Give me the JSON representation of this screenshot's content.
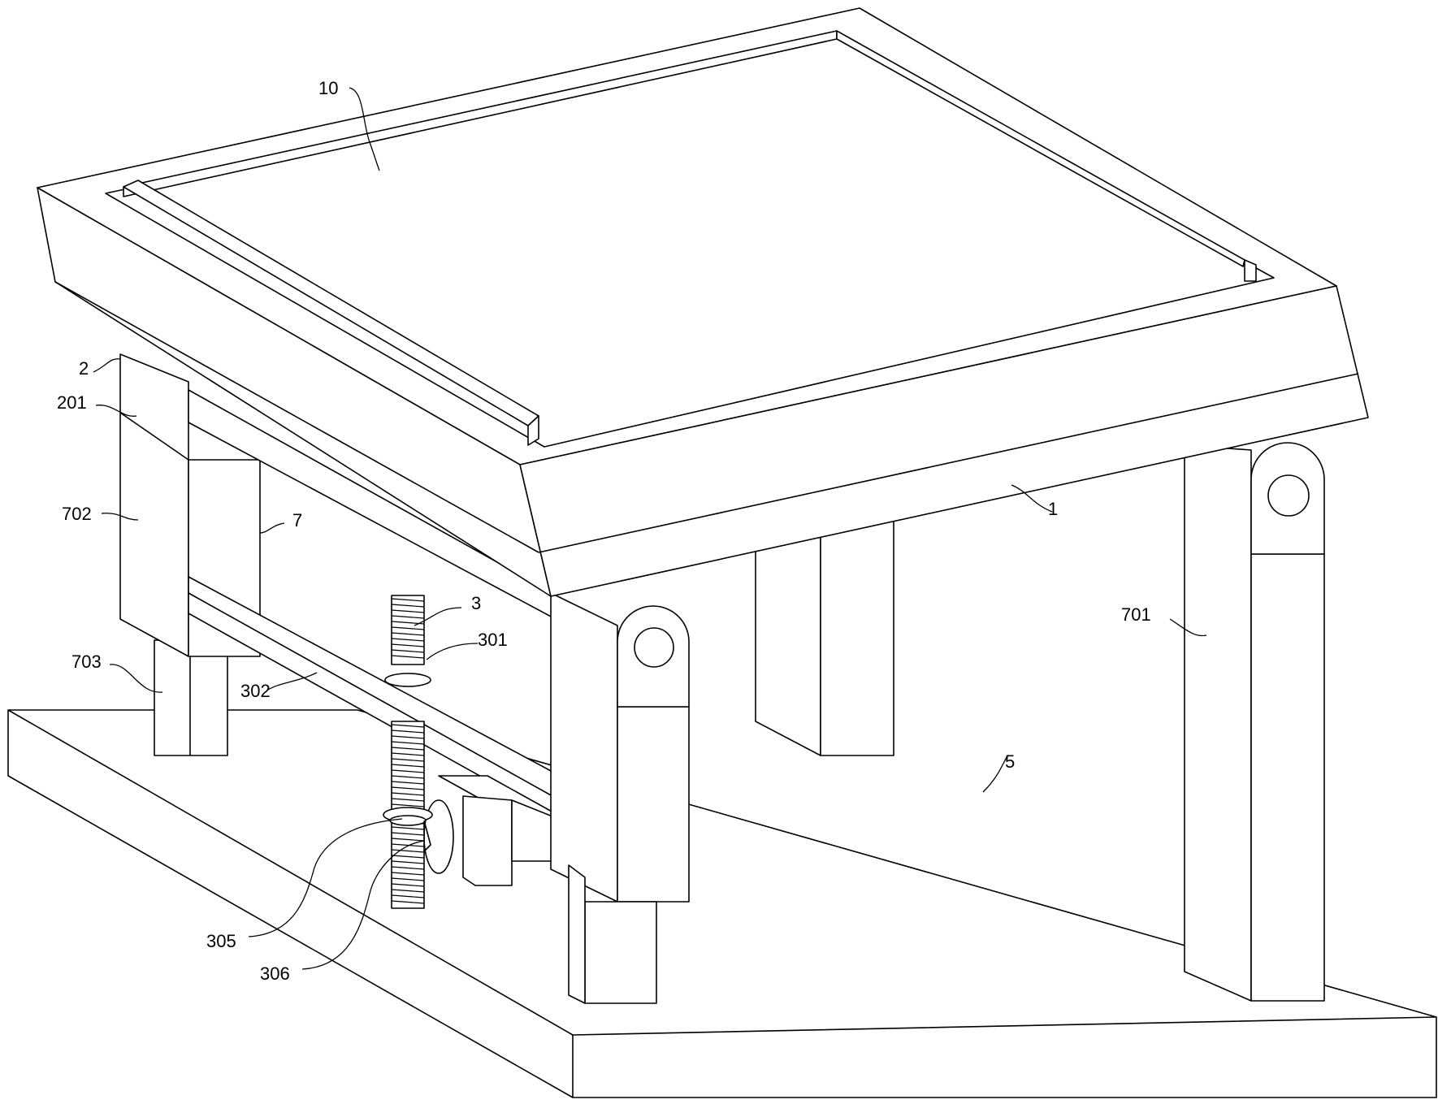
{
  "labels": {
    "l10": "10",
    "l2": "2",
    "l201": "201",
    "l702": "702",
    "l7": "7",
    "l1": "1",
    "l3": "3",
    "l301": "301",
    "l703": "703",
    "l302": "302",
    "l701": "701",
    "l5": "5",
    "l305": "305",
    "l306": "306"
  }
}
